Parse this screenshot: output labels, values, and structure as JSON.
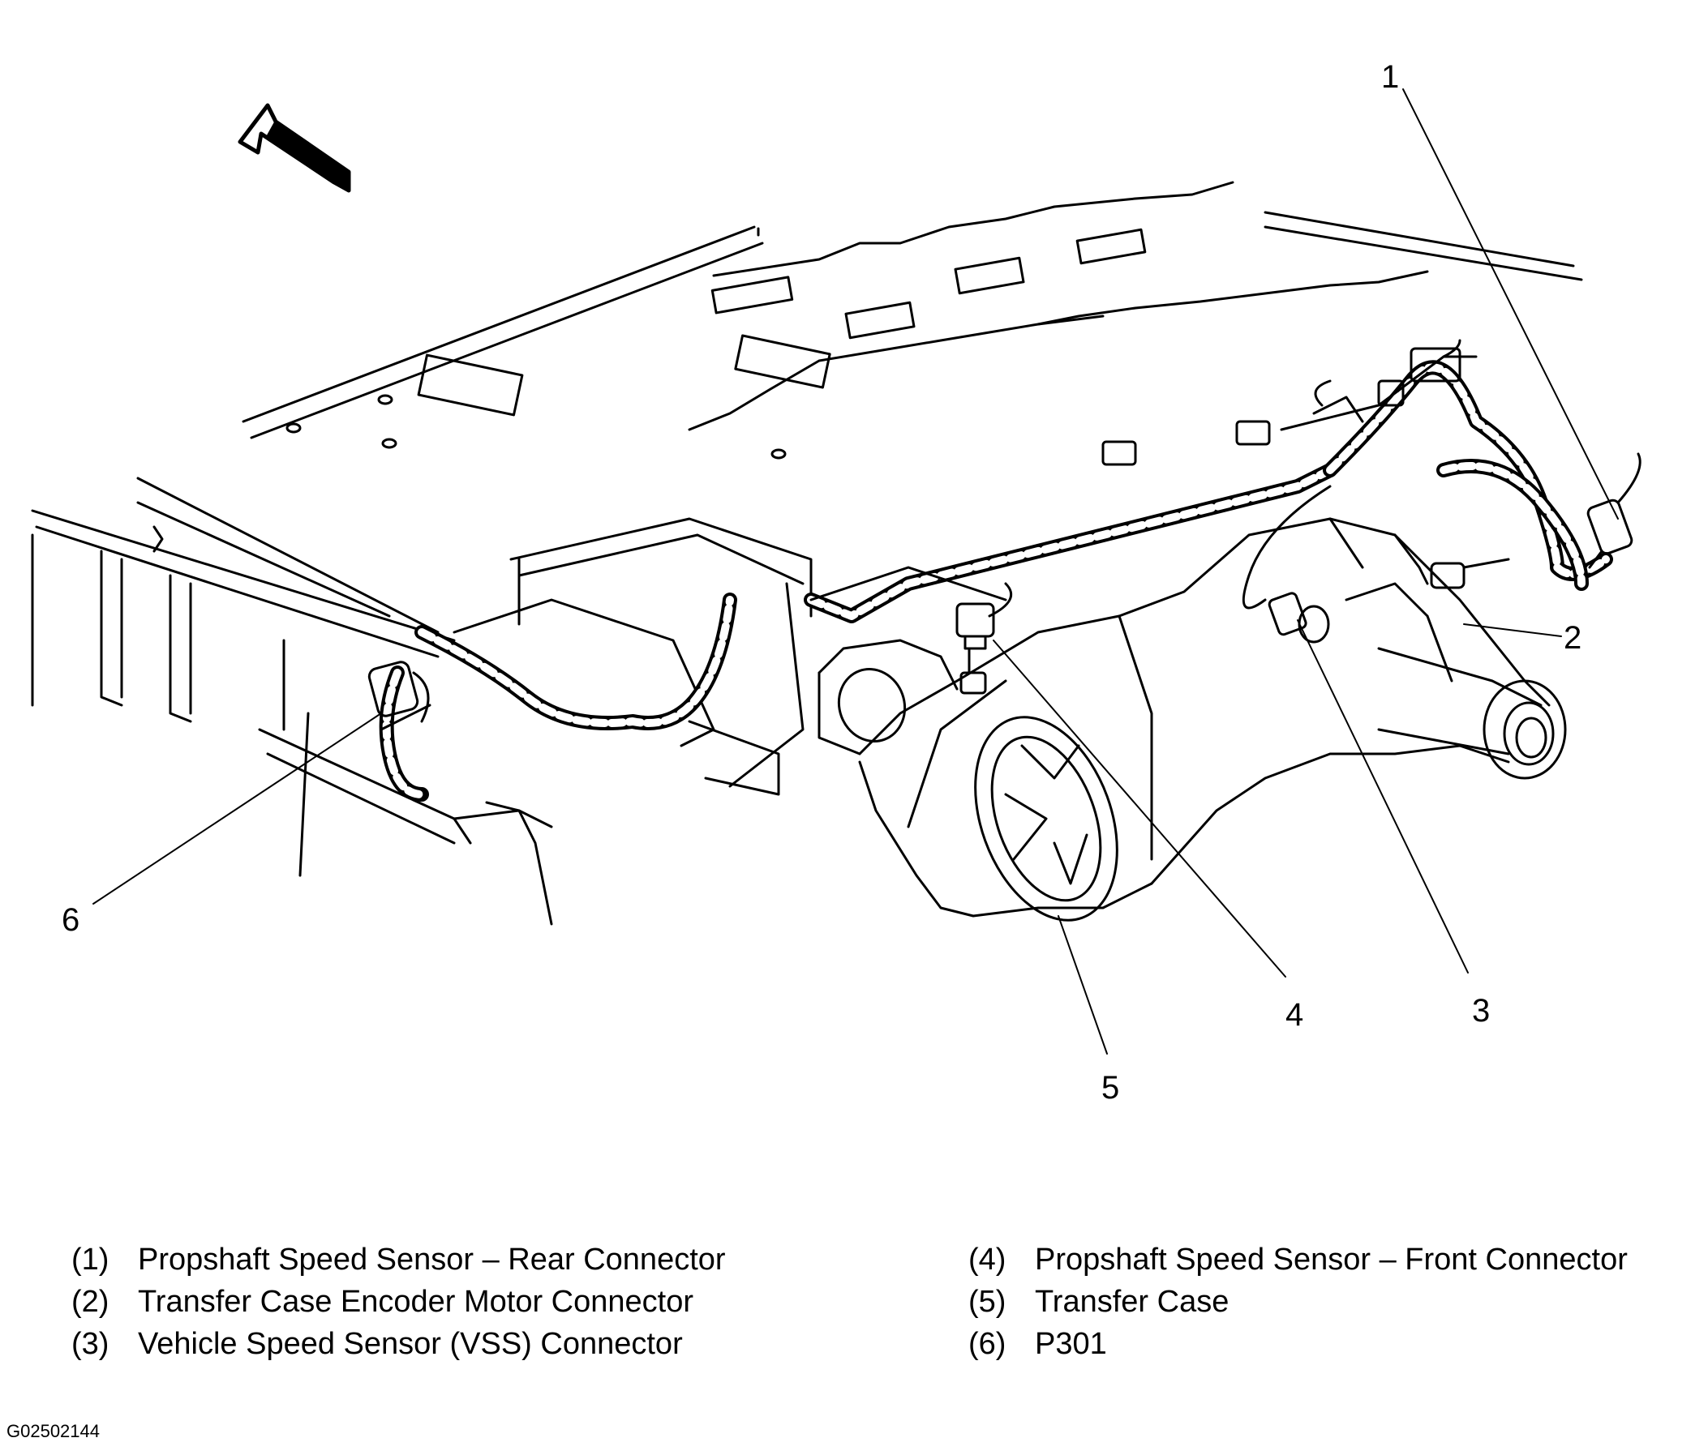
{
  "callouts": {
    "c1": "1",
    "c2": "2",
    "c3": "3",
    "c4": "4",
    "c5": "5",
    "c6": "6"
  },
  "legend": [
    {
      "num": "(1)",
      "text": "Propshaft Speed Sensor – Rear Connector"
    },
    {
      "num": "(2)",
      "text": "Transfer Case Encoder Motor Connector"
    },
    {
      "num": "(3)",
      "text": "Vehicle Speed Sensor (VSS) Connector"
    },
    {
      "num": "(4)",
      "text": "Propshaft Speed Sensor – Front Connector"
    },
    {
      "num": "(5)",
      "text": "Transfer Case"
    },
    {
      "num": "(6)",
      "text": "P301"
    }
  ],
  "figure_id": "G02502144",
  "icons": {
    "direction_arrow": "front-direction-arrow-icon"
  }
}
